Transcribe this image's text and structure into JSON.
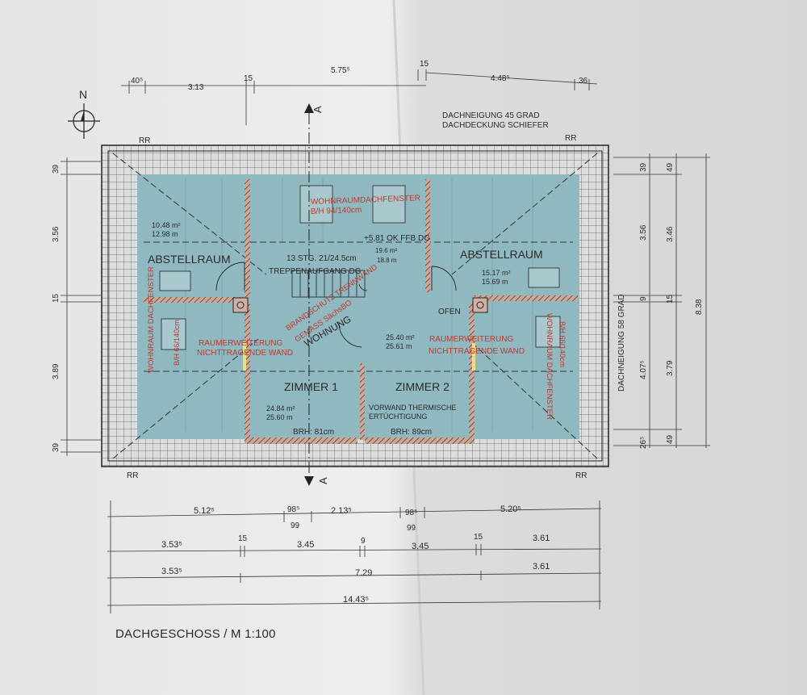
{
  "title": "DACHGESCHOSS / M 1:100",
  "north": "N",
  "roof_notes": {
    "line1": "DACHNEIGUNG 45 GRAD",
    "line2": "DACHDECKUNG SCHIEFER"
  },
  "side_note": "DACHNEIGUNG 58 GRAD",
  "rr": "RR",
  "section": "A",
  "top_dims": [
    "40⁵",
    "3.13",
    "15",
    "5.75⁵",
    "15",
    "4.48⁵",
    "36"
  ],
  "left_dims": [
    "39",
    "3.56",
    "15",
    "3.89",
    "39"
  ],
  "right_dims_1": [
    "39",
    "3.56",
    "9",
    "4.07⁵",
    "26⁵"
  ],
  "right_dims_2": [
    "49",
    "3.46",
    "15",
    "3.79",
    "49"
  ],
  "right_total": "8.38",
  "bottom_row1": [
    "5.12⁵",
    "98⁵",
    "99",
    "2.13⁵",
    "98⁵",
    "99",
    "5.20⁵"
  ],
  "bottom_row2": [
    "3.53⁵",
    "15",
    "3.45",
    "9",
    "3.45",
    "15",
    "3.61"
  ],
  "bottom_row3": [
    "3.53⁵",
    "7.29",
    "3.61"
  ],
  "bottom_total": "14.43⁵",
  "rooms": {
    "abstell_left": {
      "name": "ABSTELLRAUM",
      "area1": "10.48 m²",
      "area2": "12.98 m"
    },
    "abstell_right": {
      "name": "ABSTELLRAUM",
      "area1": "15.17 m²",
      "area2": "15.69 m"
    },
    "zimmer1": {
      "name": "ZIMMER 1",
      "area1": "24.84 m²",
      "area2": "25.60 m",
      "brh": "BRH: 81cm"
    },
    "zimmer2": {
      "name": "ZIMMER 2",
      "area1": "25.40 m²",
      "area2": "25.61 m",
      "brh": "BRH: 89cm",
      "note1": "VORWAND THERMISCHE",
      "note2": "ERTÜCHTIGUNG"
    },
    "stair": {
      "line1": "13 STG. 21/24.5cm",
      "line2": "TREPPENAUFGANG DG"
    },
    "level": "+5,81 OK FFB DG",
    "wohnung": "WOHNUNG",
    "ofen": "OFEN",
    "small_area1": "19.6 m²",
    "small_area2": "18.8 m"
  },
  "red_notes": {
    "dachfenster": "WOHNRAUMDACHFENSTER",
    "dachfenster_size": "B/H 94/140cm",
    "erweiterung": "RAUMERWEITERUNG",
    "nichttragend": "NICHTTRAGENDE WAND",
    "brandschutz1": "BRANDSCHUTZ TRENNWAND",
    "brandschutz2": "GEMÄSS SächsBO",
    "wohnraum_side": "WOHNRAUM DACHFENSTER",
    "wohnraum_side_size": "B/H 66/140cm"
  }
}
